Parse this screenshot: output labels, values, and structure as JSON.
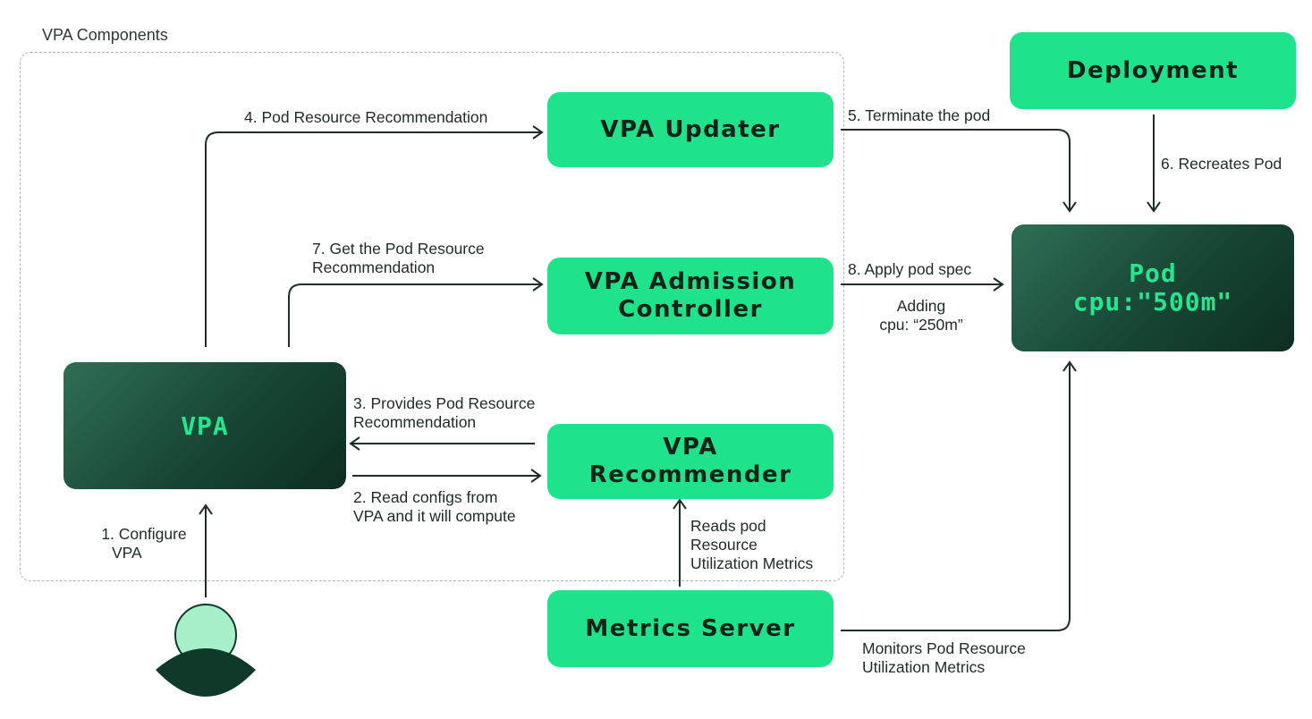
{
  "group": {
    "title": "VPA Components"
  },
  "nodes": {
    "vpa_updater": "VPA Updater",
    "vpa_admission_1": "VPA Admission",
    "vpa_admission_2": "Controller",
    "vpa_recommender_1": "VPA",
    "vpa_recommender_2": "Recommender",
    "vpa": "VPA",
    "deployment": "Deployment",
    "pod_title": "Pod",
    "pod_cpu": "cpu:\"500m\"",
    "metrics_server": "Metrics Server"
  },
  "edges": {
    "step1_line1": "1. Configure",
    "step1_line2": "VPA",
    "step2_line1": "2. Read configs from",
    "step2_line2": "VPA and it will compute",
    "step3_line1": "3. Provides Pod Resource",
    "step3_line2": "Recommendation",
    "step4": "4. Pod Resource Recommendation",
    "step5": "5. Terminate the pod",
    "step6": "6. Recreates Pod",
    "step7_line1": "7. Get the Pod Resource",
    "step7_line2": "Recommendation",
    "step8": "8. Apply pod spec",
    "step8_sub1": "Adding",
    "step8_sub2": "cpu: “250m”",
    "reads_line1": "Reads pod",
    "reads_line2": "Resource",
    "reads_line3": "Utilization Metrics",
    "monitors_line1": "Monitors Pod Resource",
    "monitors_line2": "Utilization Metrics"
  },
  "colors": {
    "node_fill": "#1ee38a",
    "node_dark": "#174634",
    "node_dark_text": "#26e58f",
    "arrow": "#1f2e28",
    "user_head": "#a8f0c9",
    "user_body": "#0f3a2a"
  },
  "icons": {
    "user": "user-icon"
  }
}
